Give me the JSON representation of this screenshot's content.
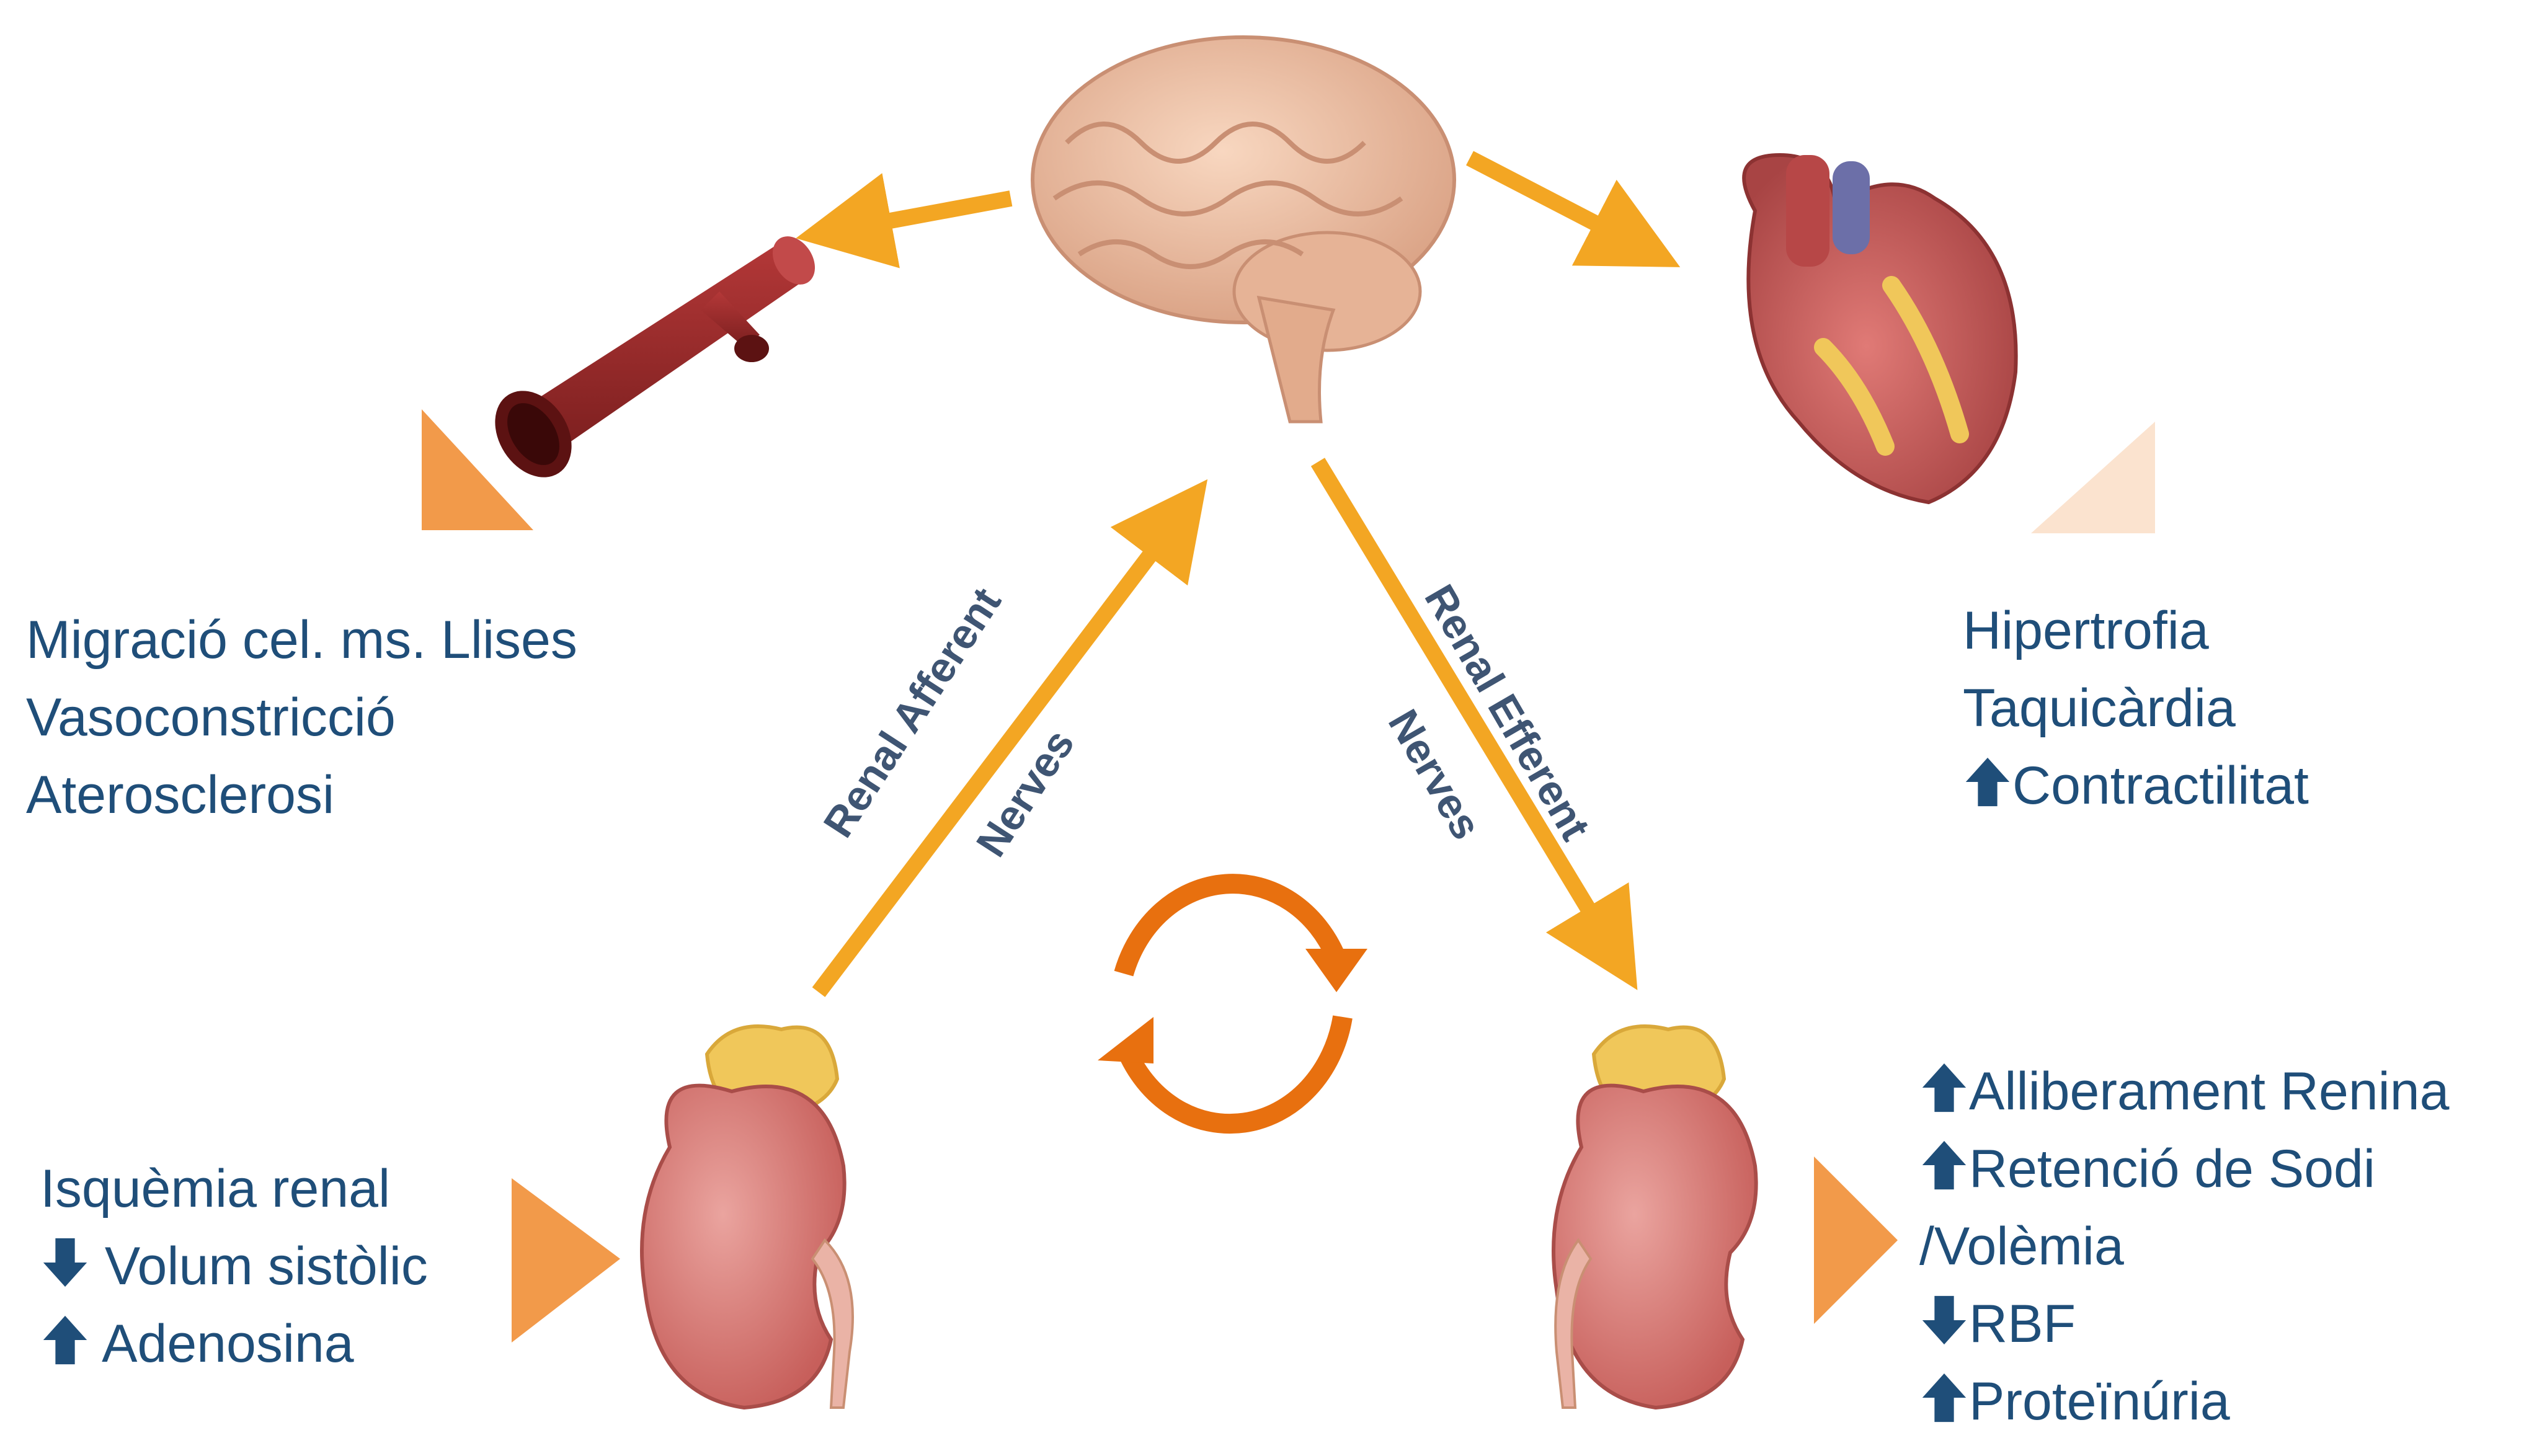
{
  "nerves": {
    "afferent_1": "Renal Afferent",
    "afferent_2": "Nerves",
    "efferent_1": "Renal Efferent",
    "efferent_2": "Nerves"
  },
  "vessel_effects": {
    "line1": "Migració cel. ms. Llises",
    "line2": "Vasoconstricció",
    "line3": "Aterosclerosi"
  },
  "heart_effects": {
    "line1": "Hipertrofia",
    "line2": "Taquicàrdia",
    "line3": "Contractilitat",
    "line3_direction": "up"
  },
  "left_kidney_effects": {
    "line1": "Isquèmia renal",
    "line2": "Volum sistòlic",
    "line2_direction": "down",
    "line3": "Adenosina",
    "line3_direction": "up"
  },
  "right_kidney_effects": {
    "line1": "Alliberament Renina",
    "line1_direction": "up",
    "line2": "Retenció de Sodi",
    "line2_direction": "up",
    "line3": "/Volèmia",
    "line4": "RBF",
    "line4_direction": "down",
    "line5": "Proteïnúria",
    "line5_direction": "up"
  },
  "icons": [
    "brain-icon",
    "blood-vessel-icon",
    "heart-icon",
    "kidney-icon",
    "cycle-icon",
    "up-arrow-icon",
    "down-arrow-icon"
  ],
  "colors": {
    "text": "#1f4e79",
    "nerve_label": "#3f5573",
    "arrow": "#f3a623",
    "pointer": "#f29a4a",
    "pointer_light": "#fbe3cf",
    "cycle": "#e8700f",
    "kidney": "#d97a75",
    "adrenal": "#f0c75a",
    "brain": "#f2c0a0",
    "artery": "#9c2a2a",
    "heart": "#cc5b5b"
  }
}
